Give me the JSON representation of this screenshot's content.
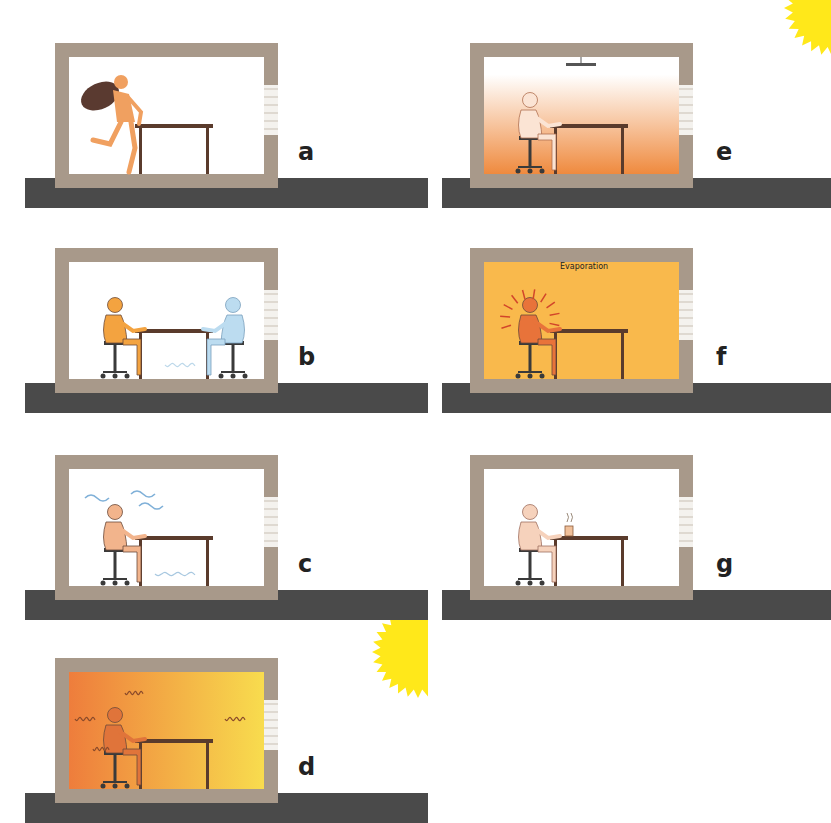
{
  "diagram": {
    "labels": [
      "a",
      "b",
      "c",
      "d",
      "e",
      "f",
      "g",
      "Evaporation"
    ]
  }
}
